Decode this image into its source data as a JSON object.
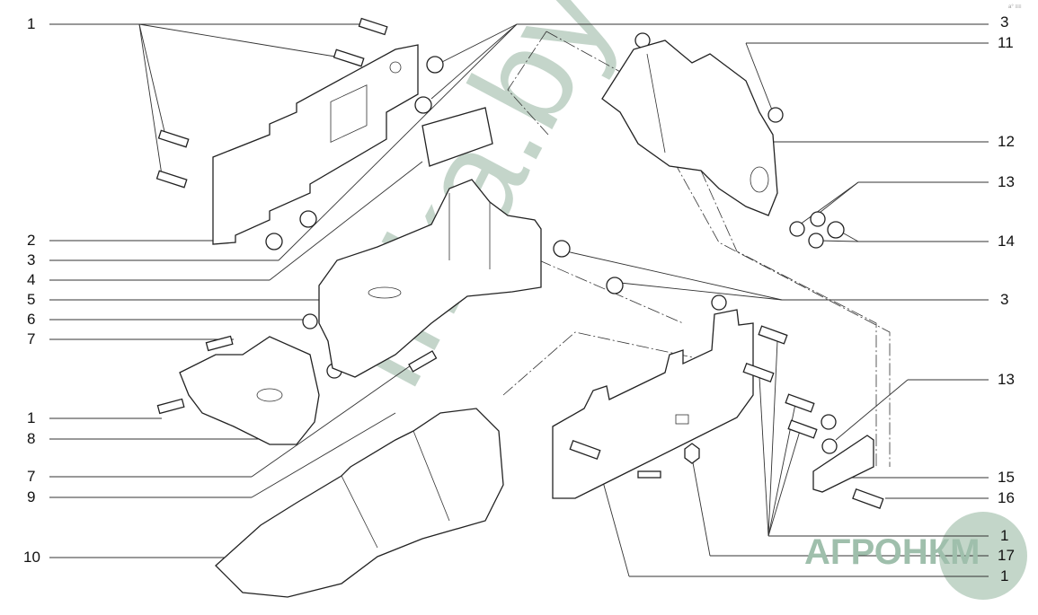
{
  "left_labels": [
    "1",
    "2",
    "3",
    "4",
    "5",
    "6",
    "7",
    "1",
    "8",
    "7",
    "9",
    "10"
  ],
  "right_labels": [
    "3",
    "11",
    "12",
    "13",
    "14",
    "3",
    "13",
    "15",
    "16",
    "1",
    "17",
    "1"
  ],
  "watermark": "mka.by",
  "logo": "АГРОНКМ",
  "corner_mark": "a° ≡≡"
}
